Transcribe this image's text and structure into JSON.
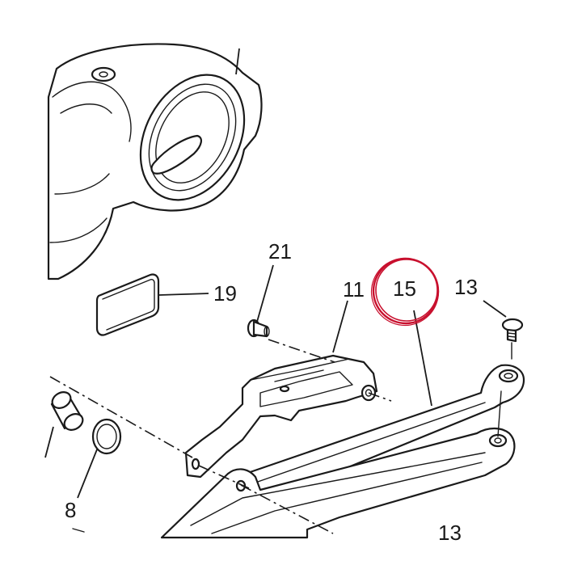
{
  "diagram": {
    "callouts": {
      "part_21": "21",
      "part_11": "11",
      "part_15": "15",
      "part_13_top": "13",
      "part_19": "19",
      "part_8": "8",
      "part_13_bottom": "13"
    },
    "highlight": {
      "target": "part_15",
      "color": "#c8102e"
    },
    "line_color": "#1a1a1a"
  }
}
